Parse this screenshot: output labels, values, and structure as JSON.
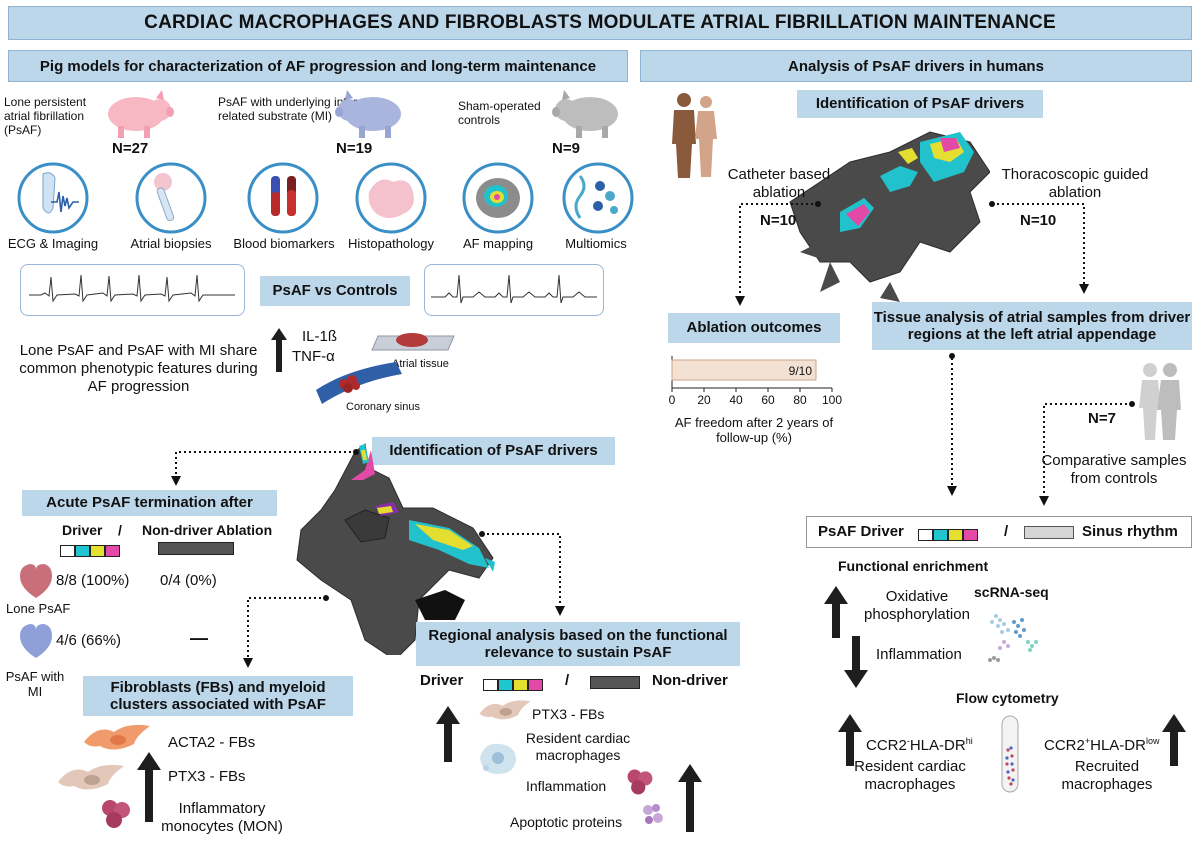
{
  "title": "CARDIAC MACROPHAGES AND FIBROBLASTS MODULATE ATRIAL FIBRILLATION MAINTENANCE",
  "left": {
    "header": "Pig models for characterization of AF progression and long-term maintenance",
    "groups": [
      {
        "label": "Lone persistent atrial fibrillation (PsAF)",
        "n": "N=27"
      },
      {
        "label": "PsAF with underlying infarct related substrate (MI)",
        "n": "N=19"
      },
      {
        "label": "Sham-operated controls",
        "n": "N=9"
      }
    ],
    "methods": [
      "ECG & Imaging",
      "Atrial biopsies",
      "Blood biomarkers",
      "Histopathology",
      "AF mapping",
      "Multiomics"
    ],
    "psaf_vs_controls": "PsAF vs Controls",
    "shared_features": "Lone PsAF and PsAF with MI share common phenotypic features during AF progression",
    "cytokines": [
      "IL-1ß",
      "TNF-α"
    ],
    "atrial_tissue": "Atrial tissue",
    "coronary_sinus": "Coronary sinus",
    "identification": "Identification of PsAF drivers",
    "acute": {
      "header": "Acute PsAF termination after",
      "driver": "Driver",
      "slash": "/",
      "nondriver": "Non-driver Ablation",
      "lone_driver": "8/8 (100%)",
      "lone_nondriver": "0/4 (0%)",
      "lone_label": "Lone PsAF",
      "mi_driver": "4/6 (66%)",
      "mi_nondriver": "—",
      "mi_label": "PsAF with MI"
    },
    "fb_header": "Fibroblasts (FBs) and myeloid clusters associated with PsAF",
    "fb_items": [
      "ACTA2 - FBs",
      "PTX3 - FBs",
      "Inflammatory monocytes (MON)"
    ],
    "regional": {
      "header": "Regional analysis based on the functional relevance to sustain PsAF",
      "driver": "Driver",
      "slash": "/",
      "nondriver": "Non-driver",
      "items": [
        "PTX3 - FBs",
        "Resident cardiac macrophages",
        "Inflammation",
        "Apoptotic proteins"
      ]
    }
  },
  "right": {
    "header": "Analysis of PsAF drivers in humans",
    "identification": "Identification of PsAF drivers",
    "catheter": "Catheter based ablation",
    "catheter_n": "N=10",
    "thoraco": "Thoracoscopic guided ablation",
    "thoraco_n": "N=10",
    "ablation_outcomes": "Ablation outcomes",
    "tissue": "Tissue analysis of atrial samples from driver regions at the left atrial appendage",
    "controls_n": "N=7",
    "controls_label": "Comparative samples from controls",
    "psaf_driver": "PsAF Driver",
    "slash": "/",
    "sinus": "Sinus rhythm",
    "functional": "Functional enrichment",
    "scrna": "scRNA-seq",
    "oxphos": "Oxidative phosphorylation",
    "inflammation": "Inflammation",
    "flow": "Flow cytometry",
    "ccr2neg": "CCR2",
    "ccr2neg_sup1": "-",
    "ccr2neg_mid": "HLA-DR",
    "ccr2neg_sup2": "hi",
    "resident": "Resident cardiac macrophages",
    "ccr2pos": "CCR2",
    "ccr2pos_sup1": "+",
    "ccr2pos_mid": "HLA-DR",
    "ccr2pos_sup2": "low",
    "recruited": "Recruited macrophages"
  },
  "chart_data": {
    "type": "bar",
    "orientation": "horizontal",
    "categories": [
      ""
    ],
    "values": [
      90
    ],
    "data_label": "9/10",
    "xlabel": "AF freedom after 2 years of follow-up (%)",
    "xlim": [
      0,
      100
    ],
    "xticks": [
      "0",
      "20",
      "40",
      "60",
      "80",
      "100"
    ],
    "bar_color": "#f3e1d3"
  },
  "colors": {
    "header": "#bcd6ea",
    "cyan": "#20c6cf",
    "yellow": "#e4e030",
    "magenta": "#e34aa8",
    "tissue": "#4a4a4a"
  }
}
